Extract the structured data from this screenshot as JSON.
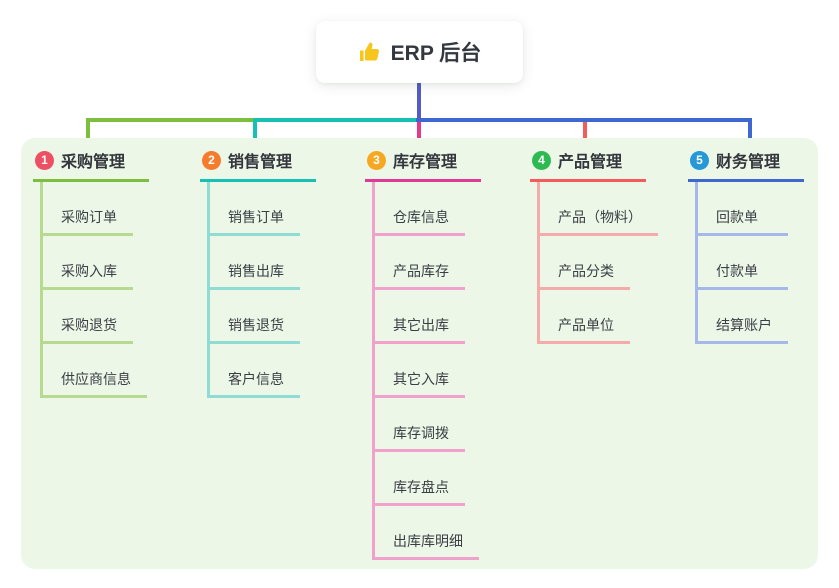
{
  "root_node": {
    "label": "ERP 后台",
    "icon": "thumbs-up-icon"
  },
  "colors": {
    "panel_bg": "#edf7e8",
    "root_connector": "#515cc6",
    "bus_segments": {
      "green": "#7cbf3f",
      "teal": "#16c0b3",
      "blue": "#3e68d0",
      "magenta_drop": "#e8388e",
      "red_drop": "#f45b5b"
    }
  },
  "branches": [
    {
      "badge": "1",
      "label": "采购管理",
      "badge_color": "#ed4f63",
      "line_color": "#7cbf3f",
      "child_line_color": "#b5da90",
      "children": [
        "采购订单",
        "采购入库",
        "采购退货",
        "供应商信息"
      ]
    },
    {
      "badge": "2",
      "label": "销售管理",
      "badge_color": "#f57c2c",
      "line_color": "#16c0b3",
      "child_line_color": "#8edcd4",
      "children": [
        "销售订单",
        "销售出库",
        "销售退货",
        "客户信息"
      ]
    },
    {
      "badge": "3",
      "label": "库存管理",
      "badge_color": "#f7a823",
      "line_color": "#e03a97",
      "child_line_color": "#f0a2cd",
      "children": [
        "仓库信息",
        "产品库存",
        "其它出库",
        "其它入库",
        "库存调拨",
        "库存盘点",
        "出库库明细"
      ]
    },
    {
      "badge": "4",
      "label": "产品管理",
      "badge_color": "#2eba51",
      "line_color": "#f45b5b",
      "child_line_color": "#f6abab",
      "children": [
        "产品（物料）",
        "产品分类",
        "产品单位"
      ]
    },
    {
      "badge": "5",
      "label": "财务管理",
      "badge_color": "#2598d5",
      "line_color": "#3e68d0",
      "child_line_color": "#a6b8e9",
      "children": [
        "回款单",
        "付款单",
        "结算账户"
      ]
    }
  ]
}
